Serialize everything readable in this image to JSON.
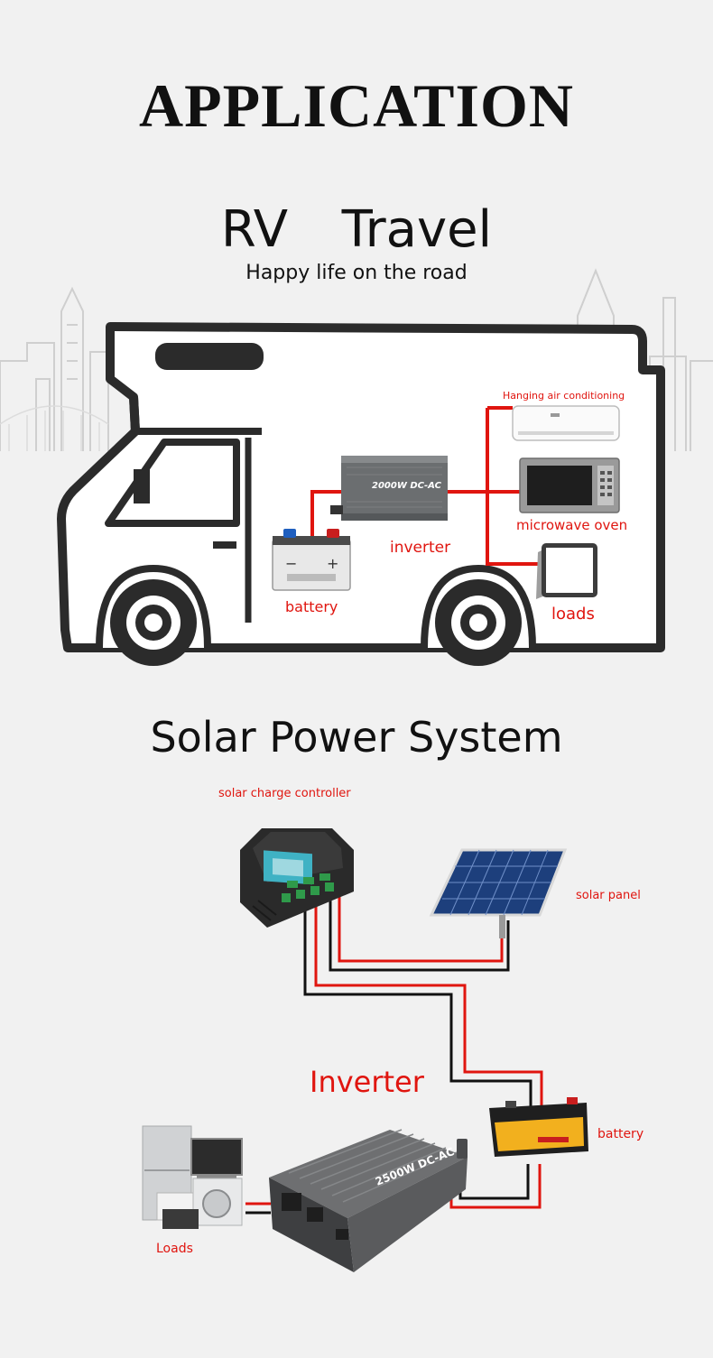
{
  "header": {
    "title": "APPLICATION"
  },
  "rv": {
    "title": "RV  Travel",
    "subtitle": "Happy life on the road",
    "inverter_face": "2000W DC-AC",
    "labels": {
      "air_conditioning": "Hanging air conditioning",
      "microwave": "microwave oven",
      "inverter": "inverter",
      "battery": "battery",
      "loads": "loads"
    }
  },
  "solar": {
    "title": "Solar Power System",
    "inverter_face": "2500W DC-AC",
    "labels": {
      "controller": "solar charge controller",
      "panel": "solar panel",
      "inverter": "Inverter",
      "battery": "battery",
      "loads": "Loads"
    }
  },
  "colors": {
    "accent": "#e0150f",
    "wire_black": "#111111",
    "outline": "#2b2b2b"
  }
}
